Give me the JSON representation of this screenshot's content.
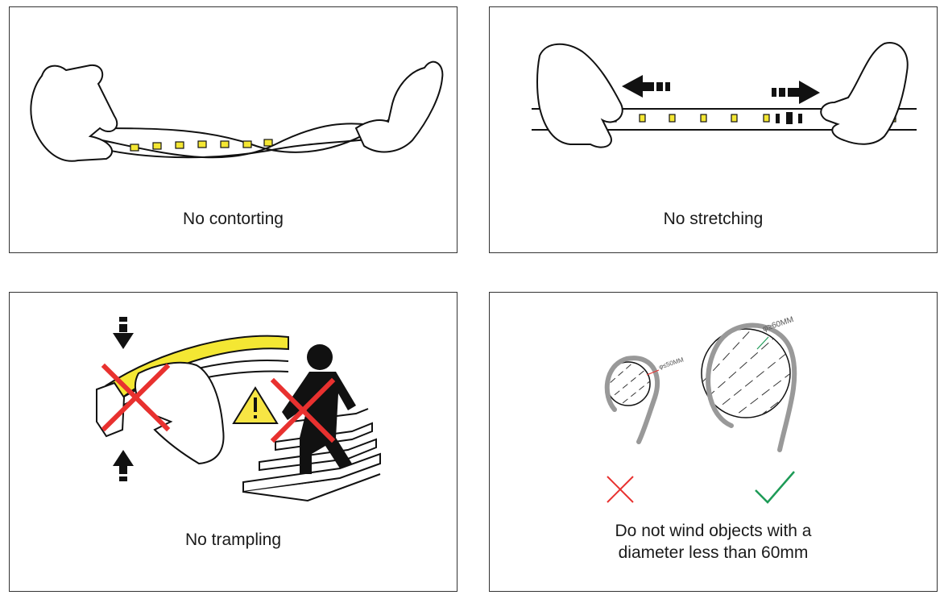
{
  "panels": {
    "contorting": {
      "caption": "No contorting"
    },
    "stretching": {
      "caption": "No stretching"
    },
    "trampling": {
      "caption": "No trampling"
    },
    "winding": {
      "caption_line1": "Do not wind objects with a",
      "caption_line2": "diameter less than 60mm",
      "small_label": "φ≤50MM",
      "large_label": "φ≥60MM"
    }
  },
  "colors": {
    "led_yellow": "#f4e733",
    "cross_red": "#e8312f",
    "check_green": "#1e9b57",
    "warning_yellow": "#f7e544",
    "strip_gray": "#d9d9d9"
  },
  "icons": [
    "hand-icon",
    "arrow-left-icon",
    "arrow-right-icon",
    "arrow-down-icon",
    "arrow-up-icon",
    "warning-icon",
    "person-icon",
    "cross-icon",
    "check-icon"
  ]
}
